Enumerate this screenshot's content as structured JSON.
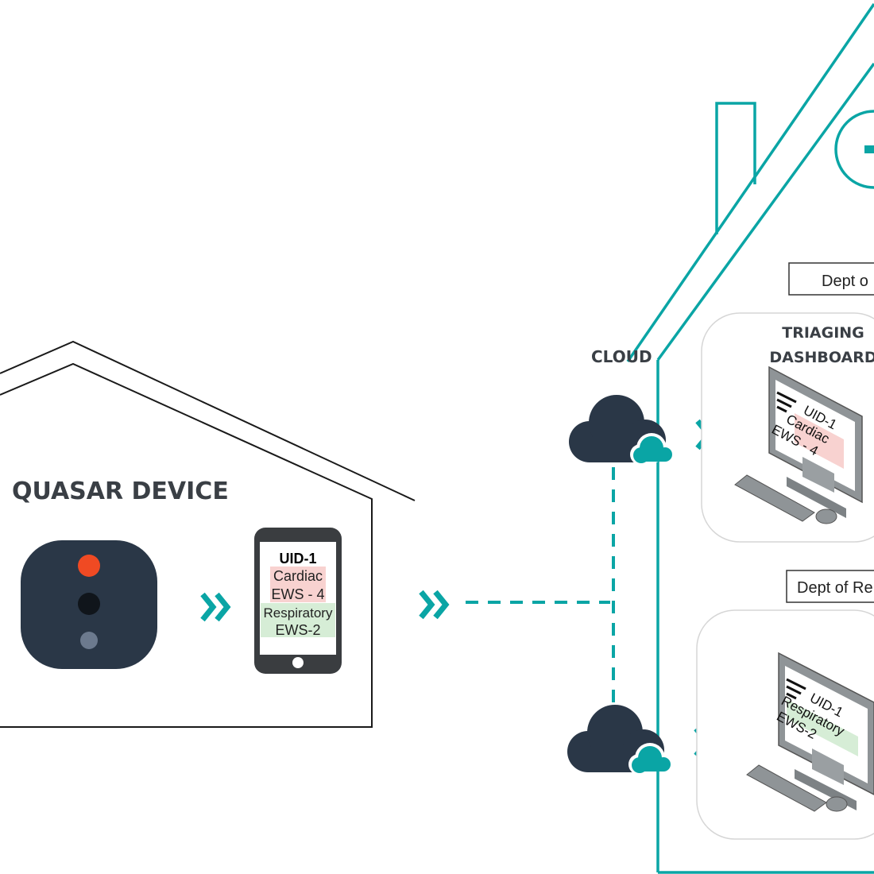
{
  "home": {
    "device_label": "QUASAR DEVICE",
    "phone": {
      "uid": "UID-1",
      "cardiac": "Cardiac",
      "cardiac_ews": "EWS - 4",
      "respiratory": "Respiratory",
      "respiratory_ews": "EWS-2"
    }
  },
  "cloud_label": "CLOUD",
  "hospital": {
    "dept_top_label": "Dept o",
    "dept_bottom_label": "Dept of Re",
    "dashboard_title_line1": "TRIAGING",
    "dashboard_title_line2": "DASHBOARD",
    "monitor_top": {
      "line1": "UID-1",
      "line2": "Cardiac",
      "line3": "EWS - 4"
    },
    "monitor_bottom": {
      "line1": "UID-1",
      "line2": "Respiratory",
      "line3": "EWS-2"
    }
  },
  "colors": {
    "teal": "#0aa5a5",
    "navy": "#2a3747",
    "red_dot": "#f04a23",
    "cardiac_bg": "#f8d2d0",
    "respiratory_bg": "#d6edd6"
  }
}
